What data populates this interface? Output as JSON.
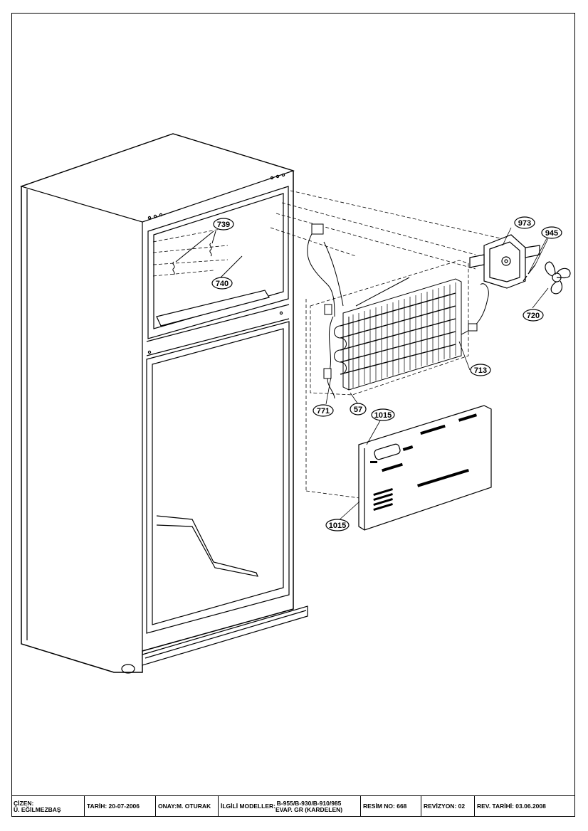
{
  "callouts": {
    "c739": "739",
    "c740": "740",
    "c973": "973",
    "c945": "945",
    "c720": "720",
    "c713": "713",
    "c771": "771",
    "c57": "57",
    "c1015_top": "1015",
    "c1015_bottom": "1015"
  },
  "title_block": {
    "cizen_label": "ÇİZEN:",
    "cizen_name": "Ü. EĞİLMEZBAŞ",
    "tarih": "TARİH: 20-07-2006",
    "onay": "ONAY:M. OTURAK",
    "ilgili_label": "İLGİLİ MODELLER:",
    "ilgili_models": "B-955/B-930/B-910/985",
    "ilgili_sub": "EVAP. GR (KARDELEN)",
    "resim_no": "RESİM NO: 668",
    "revizyon": "REVİZYON: 02",
    "rev_tarihi": "REV. TARİHİ: 03.06.2008"
  }
}
